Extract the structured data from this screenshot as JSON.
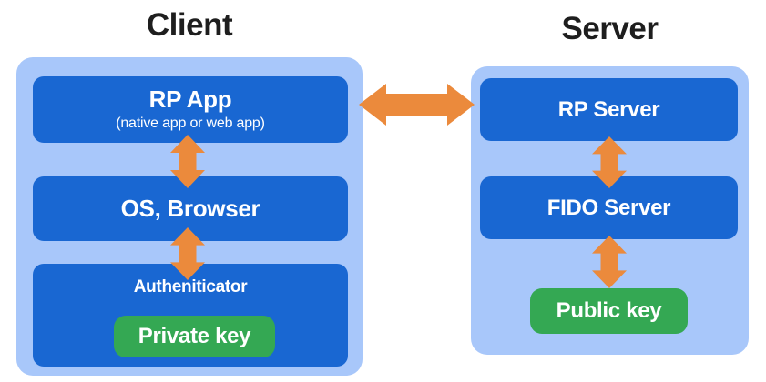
{
  "colors": {
    "background": "#FFFFFF",
    "panel_blue": "#A8C7FA",
    "box_blue": "#1967D2",
    "key_green": "#34A853",
    "arrow_orange": "#EB8A3C",
    "title_text": "#1E1E1E",
    "box_text": "#FFFFFF"
  },
  "client": {
    "title": "Client",
    "rp_app": {
      "label": "RP App",
      "sublabel": "(native app or web app)"
    },
    "os_browser": {
      "label": "OS, Browser"
    },
    "authenticator": {
      "label": "Autheniticator",
      "key": "Private key"
    }
  },
  "server": {
    "title": "Server",
    "rp_server": {
      "label": "RP Server"
    },
    "fido_server": {
      "label": "FIDO Server"
    },
    "public_key": {
      "label": "Public key"
    }
  }
}
